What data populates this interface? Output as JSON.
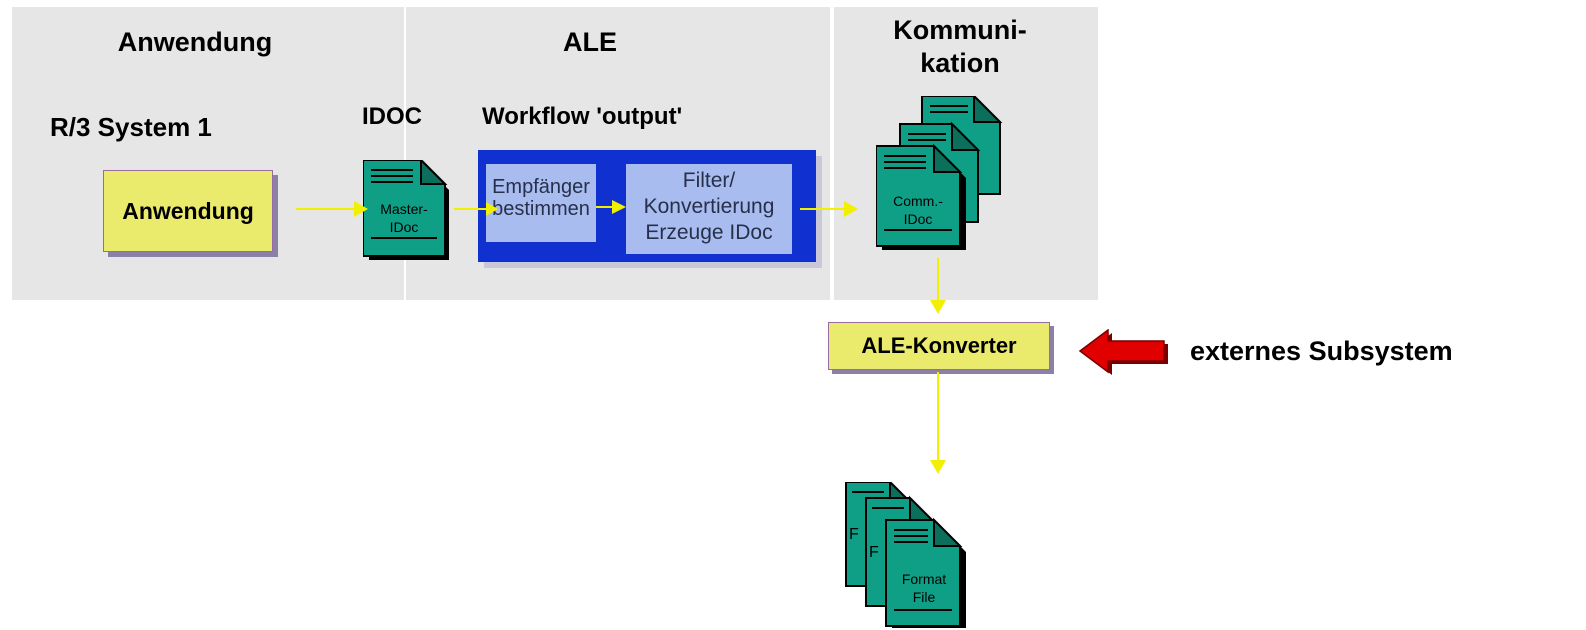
{
  "headers": {
    "application": "Anwendung",
    "ale": "ALE",
    "communication": "Kommuni-\nkation"
  },
  "labels": {
    "system": "R/3 System 1",
    "idoc": "IDOC",
    "workflow": "Workflow 'output'"
  },
  "boxes": {
    "application": "Anwendung",
    "converter": "ALE-Konverter"
  },
  "workflow_steps": {
    "recipients": "Empfänger\nbestimmen",
    "filter": "Filter/\nKonvertierung\nErzeuge IDoc"
  },
  "documents": {
    "master": [
      "Master-",
      "IDoc"
    ],
    "comm": [
      "Comm.-",
      "IDoc"
    ],
    "format": [
      "Format",
      "File"
    ],
    "back_letter": "F"
  },
  "external": {
    "label": "externes Subsystem"
  },
  "colors": {
    "panel": "#e6e6e6",
    "box_yellow": "#eaea6c",
    "doc_teal": "#0f9f86",
    "workflow_blue": "#1030d0",
    "workflow_step": "#a8bcf0",
    "flow_arrow": "#f0f000",
    "ext_arrow": "#e00000"
  }
}
